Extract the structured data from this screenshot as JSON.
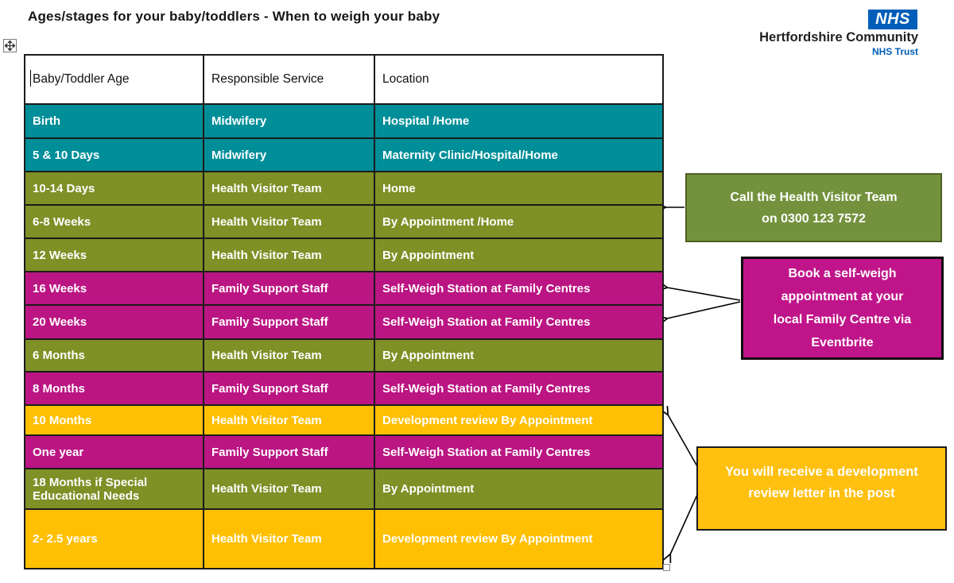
{
  "title": "Ages/stages for your baby/toddlers - When to weigh your baby",
  "logo": {
    "nhs": "NHS",
    "org_name": "Hertfordshire Community",
    "trust": "NHS Trust"
  },
  "table": {
    "headers": [
      "Baby/Toddler Age",
      "Responsible Service",
      "Location"
    ],
    "rows": [
      {
        "age": "Birth",
        "service": "Midwifery",
        "location": "Hospital /Home",
        "color": "teal"
      },
      {
        "age": "5 & 10 Days",
        "service": "Midwifery",
        "location": "Maternity Clinic/Hospital/Home",
        "color": "teal"
      },
      {
        "age": "10-14 Days",
        "service": "Health Visitor Team",
        "location": "Home",
        "color": "olive"
      },
      {
        "age": "6-8 Weeks",
        "service": "Health Visitor Team",
        "location": "By Appointment /Home",
        "color": "olive"
      },
      {
        "age": "12 Weeks",
        "service": "Health Visitor Team",
        "location": "By Appointment",
        "color": "olive"
      },
      {
        "age": "16 Weeks",
        "service": "Family Support Staff",
        "location": "Self-Weigh Station at Family Centres",
        "color": "magenta"
      },
      {
        "age": "20 Weeks",
        "service": "Family Support Staff",
        "location": "Self-Weigh Station at Family Centres",
        "color": "magenta"
      },
      {
        "age": "6 Months",
        "service": "Health Visitor Team",
        "location": "By Appointment",
        "color": "olive"
      },
      {
        "age": "8 Months",
        "service": "Family Support Staff",
        "location": "Self-Weigh Station at Family Centres",
        "color": "magenta"
      },
      {
        "age": "10 Months",
        "service": "Health Visitor Team",
        "location": "Development review By Appointment",
        "color": "gold"
      },
      {
        "age": "One year",
        "service": "Family Support Staff",
        "location": "Self-Weigh Station at Family Centres",
        "color": "magenta"
      },
      {
        "age": "18 Months if Special Educational Needs",
        "service": "Health Visitor Team",
        "location": "By Appointment",
        "color": "olive"
      },
      {
        "age": "2- 2.5 years",
        "service": "Health Visitor Team",
        "location": "Development review By Appointment",
        "color": "gold"
      }
    ]
  },
  "callouts": {
    "health_visitor": {
      "lines": [
        "Call the Health Visitor Team",
        "on 0300 123 7572"
      ]
    },
    "self_weigh": {
      "lines": [
        "Book a self-weigh",
        "appointment at your",
        "local Family Centre via",
        "Eventbrite"
      ]
    },
    "development_review": {
      "lines": [
        "You will receive a development",
        "review letter in the post"
      ]
    }
  },
  "icons": {
    "move_handle": "table-move-handle-icon",
    "resize_handle": "table-resize-handle",
    "arrows": "black-connector-arrows"
  },
  "colors": {
    "teal": "#008E99",
    "olive": "#7E9026",
    "magenta": "#BB1583",
    "gold": "#FFC003",
    "nhs_blue": "#005EB8",
    "callout_green": "#74923E",
    "callout_green_border": "#4E5F26",
    "callout_magenta": "#C0148A",
    "callout_gold": "#FFC010"
  }
}
